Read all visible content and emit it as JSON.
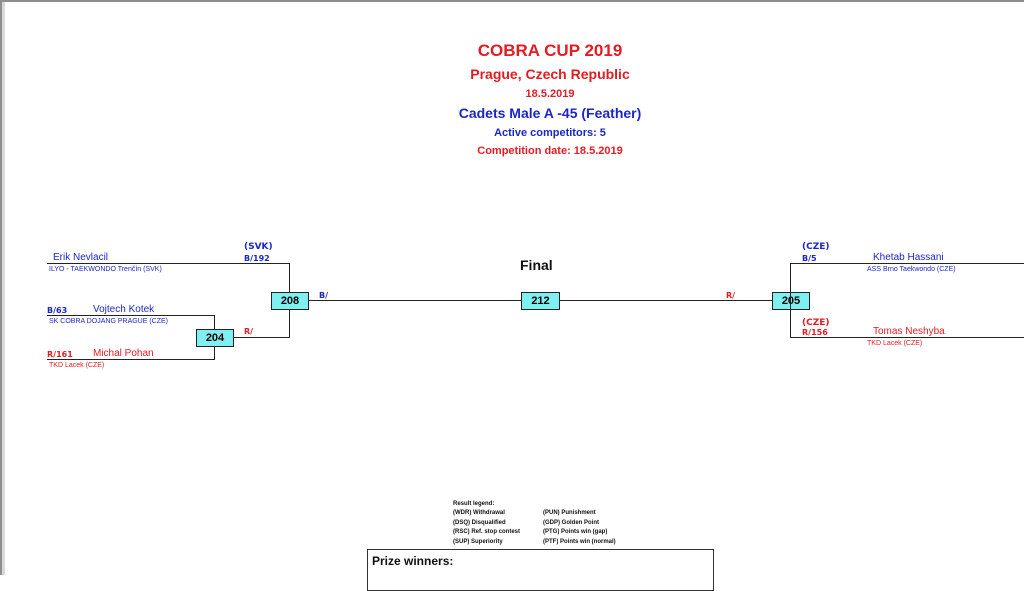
{
  "header": {
    "title": "COBRA CUP 2019",
    "location": "Prague, Czech Republic",
    "date": "18.5.2019",
    "category": "Cadets Male A -45 (Feather)",
    "active": "Active competitors: 5",
    "competition_date": "Competition date: 18.5.2019"
  },
  "bracket": {
    "final_label": "Final",
    "left": {
      "nevlacil": {
        "name": "Erik Nevlacil",
        "club": "ILYO - TAEKWONDO Trenčín (SVK)",
        "country": "(SVK)",
        "tag": "B/192"
      },
      "kotek": {
        "tag": "B/63",
        "name": "Vojtech Kotek",
        "club": "SK COBRA DOJANG PRAGUE (CZE)"
      },
      "pohan": {
        "tag": "R/161",
        "name": "Michal Pohan",
        "club": "TKD Lacek  (CZE)"
      },
      "r204": "R/",
      "b208": "B/"
    },
    "right": {
      "hassani": {
        "country": "(CZE)",
        "tag": "B/5",
        "name": "Khetab Hassani",
        "club": "ASS Brno Taekwondo (CZE)"
      },
      "neshyba": {
        "country": "(CZE)",
        "tag": "R/156",
        "name": "Tomas Neshyba",
        "club": "TKD Lacek  (CZE)"
      },
      "r205": "R/"
    },
    "matches": {
      "m204": "204",
      "m208": "208",
      "m212": "212",
      "m205": "205"
    }
  },
  "legend": {
    "title": "Result legend:",
    "col1": [
      "(WDR) Withdrawal",
      "(DSQ) Disqualified",
      "(RSC) Ref. stop contest",
      "(SUP) Superiority"
    ],
    "col2": [
      "(PUN) Punishment",
      "(GDP) Golden Point",
      "(PTG) Points win (gap)",
      "(PTF) Points win (normal)"
    ]
  },
  "prize": {
    "title": "Prize winners:"
  },
  "colors": {
    "red": "#e31b23",
    "blue": "#1a27c4",
    "box": "#7ff0f2"
  }
}
